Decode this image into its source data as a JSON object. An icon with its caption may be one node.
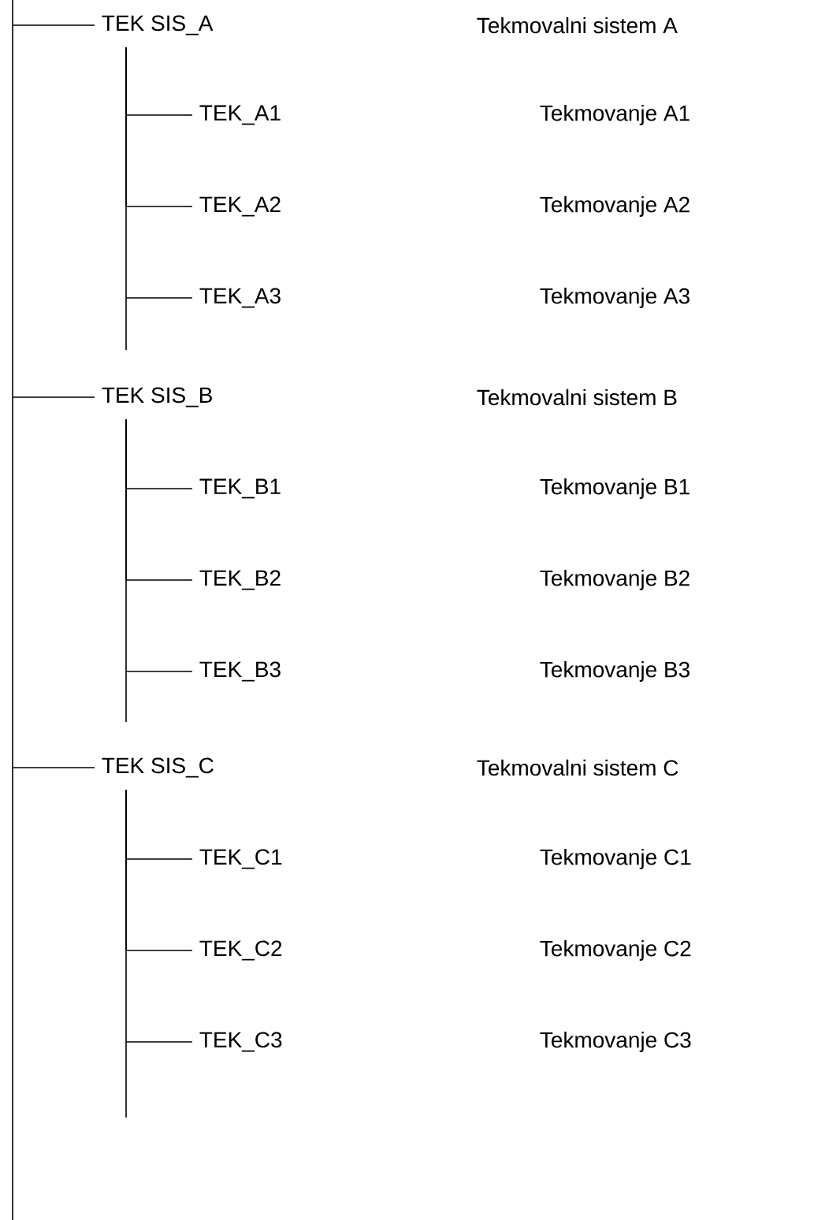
{
  "diagram": {
    "nodes": [
      {
        "text": [
          "TEK SIS_A"
        ]
      },
      {
        "text": [
          "TEK_A1"
        ]
      },
      {
        "text": [
          "TEK_A2"
        ]
      },
      {
        "text": [
          "TEK_A3"
        ]
      },
      {
        "text": [
          "TEK SIS_B"
        ]
      },
      {
        "text": [
          "TEK_B1"
        ]
      },
      {
        "text": [
          "TEK_B2"
        ]
      },
      {
        "text": [
          "TEK_B3"
        ]
      },
      {
        "text": [
          "TEK SIS_C"
        ]
      },
      {
        "text": [
          "TEK_C1"
        ]
      },
      {
        "text": [
          "TEK_C2"
        ]
      },
      {
        "text": [
          "TEK_C3"
        ]
      }
    ],
    "edges": [
      {
        "from": null,
        "to": 0,
        "arrow": "none"
      },
      {
        "from": 0,
        "to": 1,
        "arrow": "none"
      },
      {
        "from": 0,
        "to": 2,
        "arrow": "none"
      },
      {
        "from": 0,
        "to": 3,
        "arrow": "none"
      },
      {
        "from": null,
        "to": 4,
        "arrow": "none"
      },
      {
        "from": 4,
        "to": 5,
        "arrow": "none"
      },
      {
        "from": 4,
        "to": 6,
        "arrow": "none"
      },
      {
        "from": 4,
        "to": 7,
        "arrow": "none"
      },
      {
        "from": null,
        "to": 8,
        "arrow": "none"
      },
      {
        "from": 8,
        "to": 9,
        "arrow": "none"
      },
      {
        "from": 8,
        "to": 10,
        "arrow": "none"
      },
      {
        "from": 8,
        "to": 11,
        "arrow": "none"
      }
    ],
    "labels": [
      "Tekmovalni sistem A",
      "Tekmovanje A1",
      "Tekmovanje A2",
      "Tekmovanje A3",
      "Tekmovalni sistem B",
      "Tekmovanje B1",
      "Tekmovanje B2",
      "Tekmovanje B3",
      "Tekmovalni sistem C",
      "Tekmovanje C1",
      "Tekmovanje C2",
      "Tekmovanje C3"
    ]
  }
}
